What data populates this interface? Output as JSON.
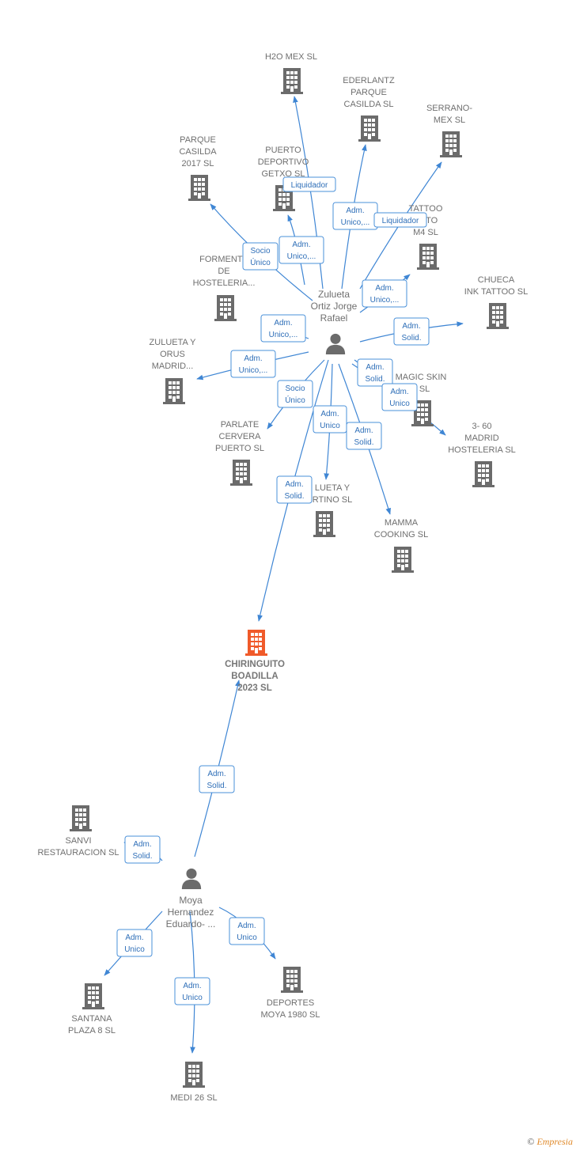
{
  "colors": {
    "edge": "#3f86d4",
    "building": "#6b6b6b",
    "main_building": "#f05a2a",
    "person": "#6b6b6b"
  },
  "persons": [
    {
      "id": "p1",
      "lines": [
        "Zulueta",
        "Ortiz Jorge",
        "Rafael"
      ]
    },
    {
      "id": "p2",
      "lines": [
        "Moya",
        "Hernandez",
        "Eduardo- ..."
      ]
    }
  ],
  "companies": [
    {
      "id": "h2o",
      "lines": [
        "H2O MEX  SL"
      ]
    },
    {
      "id": "ederlantz",
      "lines": [
        "EDERLANTZ",
        "PARQUE",
        "CASILDA  SL"
      ]
    },
    {
      "id": "serrano",
      "lines": [
        "SERRANO-",
        "MEX  SL"
      ]
    },
    {
      "id": "parque2017",
      "lines": [
        "PARQUE",
        "CASILDA",
        "2017  SL"
      ]
    },
    {
      "id": "puerto",
      "lines": [
        "PUERTO",
        "DEPORTIVO",
        "GETXO  SL"
      ]
    },
    {
      "id": "tattoo",
      "lines": [
        "TATTOO",
        "ECTO",
        "M4  SL"
      ]
    },
    {
      "id": "formente",
      "lines": [
        "FORMENTE",
        "DE",
        "HOSTELERIA..."
      ]
    },
    {
      "id": "chueca",
      "lines": [
        "CHUECA",
        "INK TATTOO SL"
      ]
    },
    {
      "id": "zuluetaorus",
      "lines": [
        "ZULUETA Y",
        "ORUS",
        "MADRID..."
      ]
    },
    {
      "id": "magic",
      "lines": [
        "MAGIC SKIN",
        "7 SL"
      ]
    },
    {
      "id": "parlate",
      "lines": [
        "PARLATE",
        "CERVERA",
        "PUERTO  SL"
      ]
    },
    {
      "id": "madrid360",
      "lines": [
        "3- 60",
        "MADRID",
        "HOSTELERIA SL"
      ]
    },
    {
      "id": "zuluetamartino",
      "lines": [
        "LUETA Y",
        "RTINO SL"
      ]
    },
    {
      "id": "mamma",
      "lines": [
        "MAMMA",
        "COOKING  SL"
      ]
    },
    {
      "id": "chiringuito",
      "lines": [
        "CHIRINGUITO",
        "BOADILLA",
        "2023  SL"
      ],
      "main": true
    },
    {
      "id": "sanvi",
      "lines": [
        "SANVI",
        "RESTAURACION SL"
      ]
    },
    {
      "id": "santana",
      "lines": [
        "SANTANA",
        "PLAZA 8  SL"
      ]
    },
    {
      "id": "deportes",
      "lines": [
        "DEPORTES",
        "MOYA 1980  SL"
      ]
    },
    {
      "id": "medi",
      "lines": [
        "MEDI 26  SL"
      ]
    }
  ],
  "relations": [
    {
      "id": "r1",
      "lines": [
        "Liquidador"
      ]
    },
    {
      "id": "r2",
      "lines": [
        "Adm.",
        "Unico,..."
      ]
    },
    {
      "id": "r3",
      "lines": [
        "Liquidador"
      ]
    },
    {
      "id": "r4",
      "lines": [
        "Socio",
        "Único"
      ]
    },
    {
      "id": "r5",
      "lines": [
        "Adm.",
        "Unico,..."
      ]
    },
    {
      "id": "r6",
      "lines": [
        "Adm.",
        "Unico,..."
      ]
    },
    {
      "id": "r7",
      "lines": [
        "Adm.",
        "Unico,..."
      ]
    },
    {
      "id": "r8",
      "lines": [
        "Adm.",
        "Solid."
      ]
    },
    {
      "id": "r9",
      "lines": [
        "Adm.",
        "Unico,..."
      ]
    },
    {
      "id": "r10",
      "lines": [
        "Adm.",
        "Solid."
      ]
    },
    {
      "id": "r11",
      "lines": [
        "Adm.",
        "Unico"
      ]
    },
    {
      "id": "r12",
      "lines": [
        "Socio",
        "Único"
      ]
    },
    {
      "id": "r13",
      "lines": [
        "Adm.",
        "Unico"
      ]
    },
    {
      "id": "r14",
      "lines": [
        "Adm.",
        "Solid."
      ]
    },
    {
      "id": "r15",
      "lines": [
        "Adm.",
        "Solid."
      ]
    },
    {
      "id": "r16",
      "lines": [
        "Adm.",
        "Solid."
      ]
    },
    {
      "id": "r17",
      "lines": [
        "Adm.",
        "Solid."
      ]
    },
    {
      "id": "r18",
      "lines": [
        "Adm.",
        "Unico"
      ]
    },
    {
      "id": "r19",
      "lines": [
        "Adm.",
        "Unico"
      ]
    },
    {
      "id": "r20",
      "lines": [
        "Adm.",
        "Unico"
      ]
    }
  ],
  "footer": {
    "copyright": "©",
    "brand": "Empresia"
  }
}
